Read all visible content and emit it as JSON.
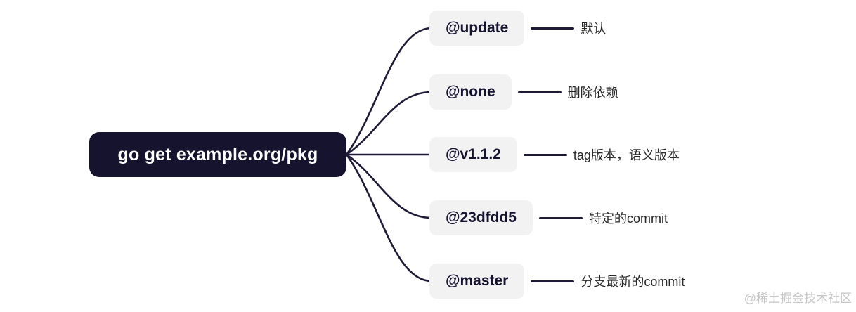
{
  "root": {
    "label": "go get example.org/pkg"
  },
  "branches": [
    {
      "label": "@update",
      "note": "默认"
    },
    {
      "label": "@none",
      "note": "删除依赖"
    },
    {
      "label": "@v1.1.2",
      "note": "tag版本，语义版本"
    },
    {
      "label": "@23dfdd5",
      "note": "特定的commit"
    },
    {
      "label": "@master",
      "note": "分支最新的commit"
    }
  ],
  "watermark": "@稀土掘金技术社区",
  "colors": {
    "root_bg": "#15132d",
    "root_text": "#ffffff",
    "branch_bg": "#f2f2f3",
    "branch_text": "#15132d",
    "connector": "#1d1b36",
    "note_text": "#262626",
    "watermark": "#c5c5c5",
    "canvas_bg": "#ffffff"
  }
}
